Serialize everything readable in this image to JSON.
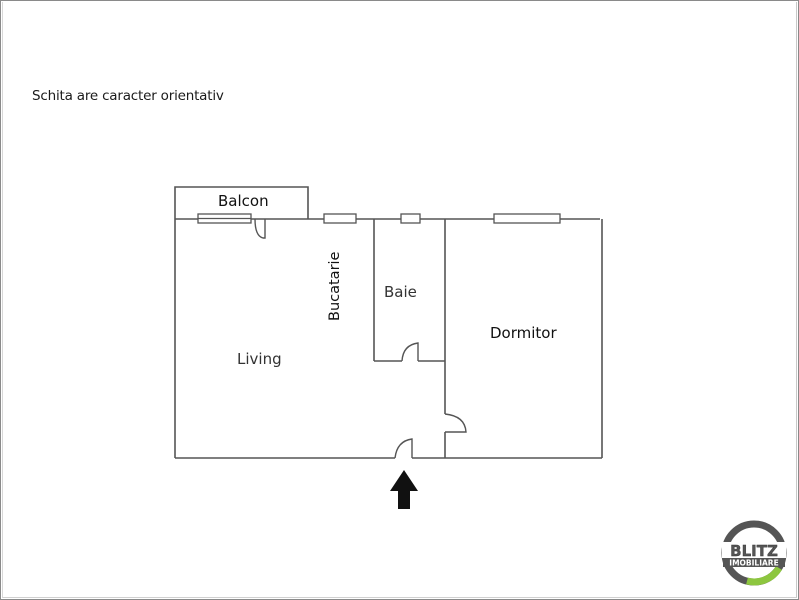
{
  "note": "Schita are caracter orientativ",
  "rooms": {
    "balcon": "Balcon",
    "bucatarie": "Bucatarie",
    "baie": "Baie",
    "living": "Living",
    "dormitor": "Dormitor"
  },
  "entrance_marker": "entrance-arrow",
  "logo": {
    "line1": "BLITZ",
    "line2": "IMOBILIARE",
    "ring_color": "#555555",
    "accent_color": "#8dc63f"
  },
  "colors": {
    "wall": "#555555",
    "text": "#222222",
    "arrow": "#111111"
  }
}
